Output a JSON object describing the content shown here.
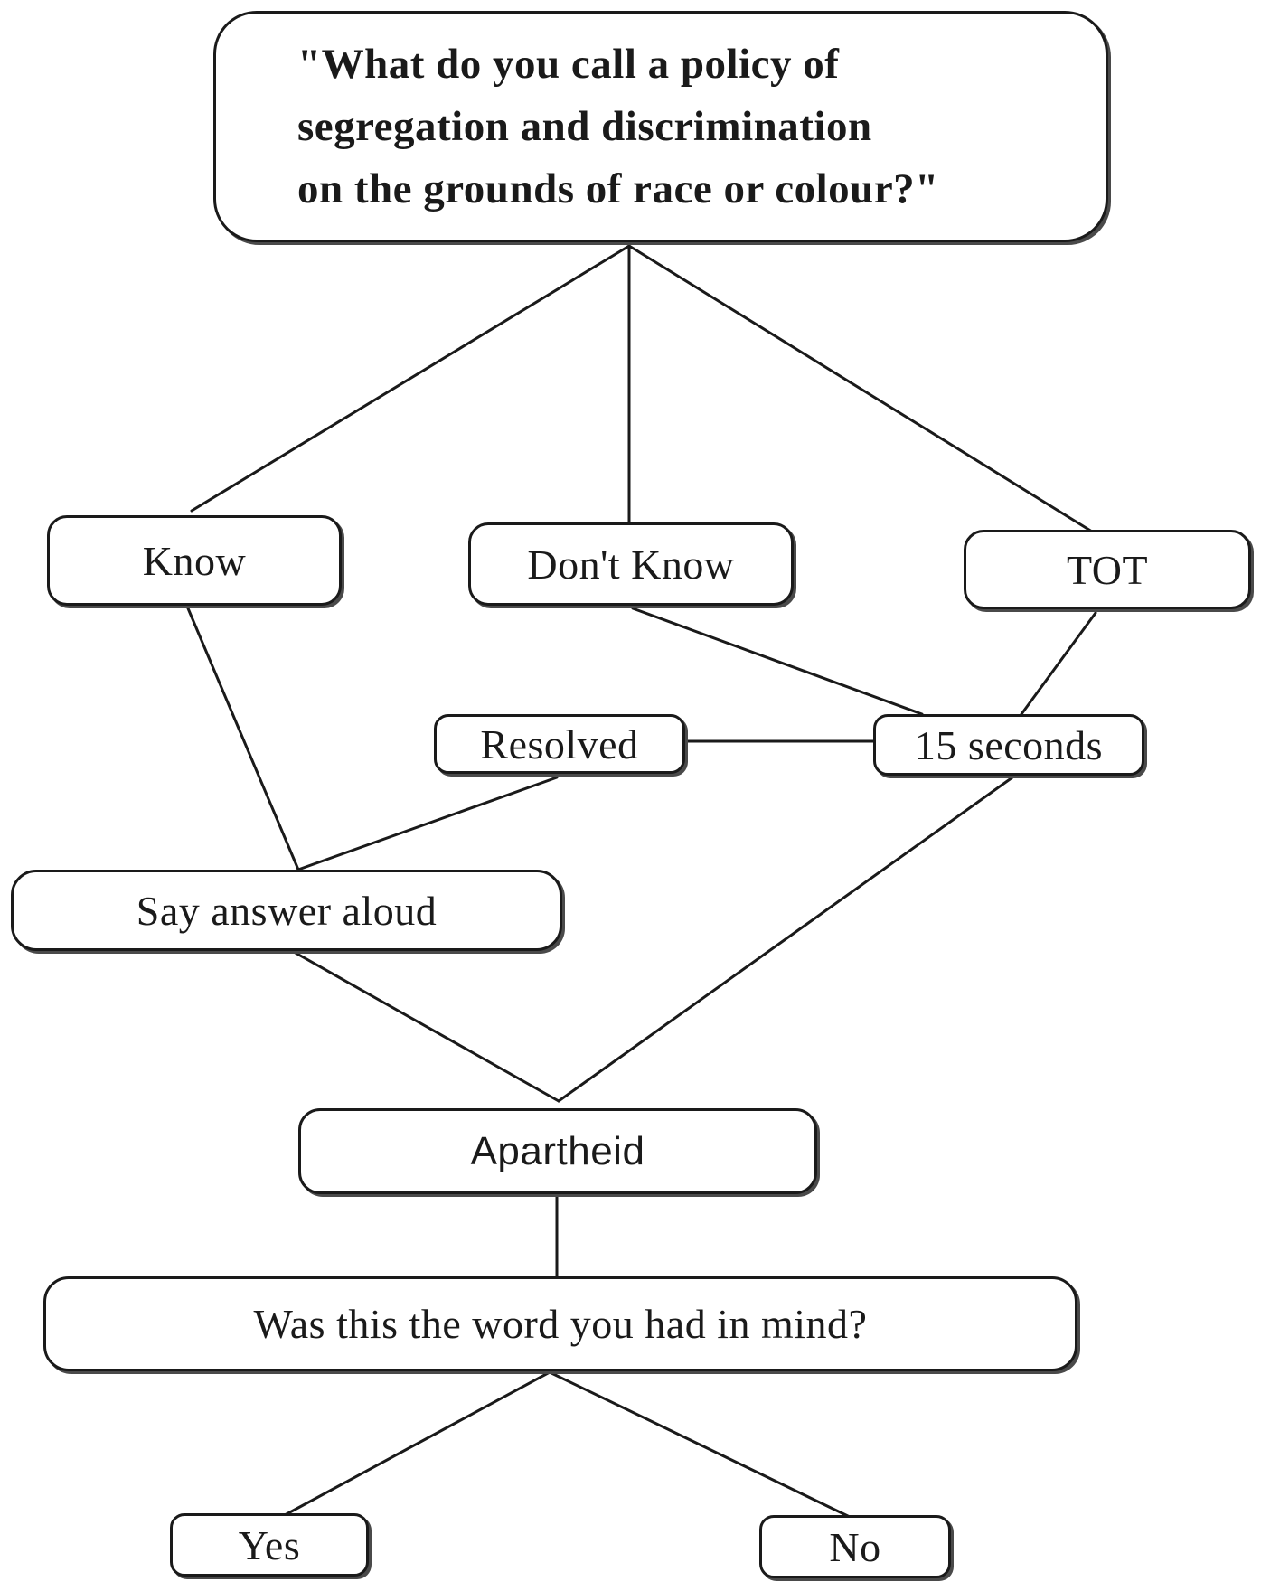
{
  "diagram": {
    "question": "\"What do you call a policy of\nsegregation and discrimination\non the grounds of race or colour?\"",
    "know": "Know",
    "dont_know": "Don't Know",
    "tot": "TOT",
    "resolved": "Resolved",
    "fifteen_seconds": "15 seconds",
    "say_answer": "Say answer aloud",
    "apartheid": "Apartheid",
    "confirm_question": "Was this the word you had in mind?",
    "yes": "Yes",
    "no": "No"
  }
}
